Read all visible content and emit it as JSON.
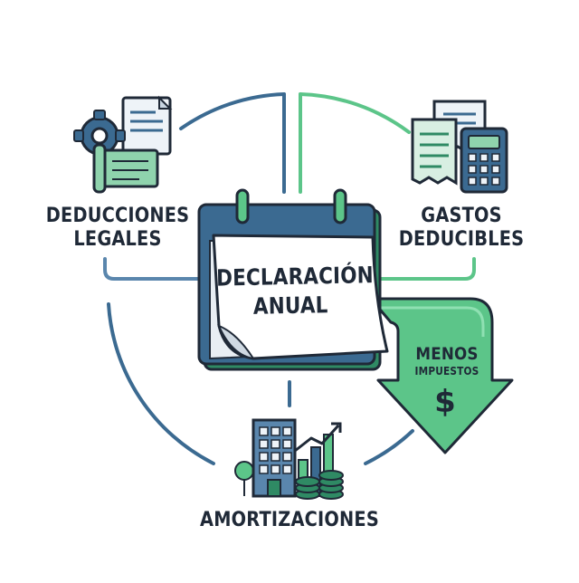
{
  "center": {
    "title_line1": "DECLARACIÓN",
    "title_line2": "ANUAL"
  },
  "nodes": {
    "deducciones_line1": "DEDUCCIONES",
    "deducciones_line2": "LEGALES",
    "gastos_line1": "GASTOS",
    "gastos_line2": "DEDUCIBLES",
    "amortizaciones": "AMORTIZACIONES"
  },
  "arrow": {
    "line1": "MENOS",
    "line2": "IMPUESTOS",
    "symbol": "$"
  },
  "icons": {
    "top_left": "gear-documents-icon",
    "top_right": "receipts-calculator-icon",
    "bottom": "building-coins-chart-icon",
    "center": "calendar-icon"
  },
  "colors": {
    "blue": "#3b6a91",
    "blue_light": "#5a86ad",
    "green": "#5cc589",
    "green_dark": "#2f8a64",
    "ink": "#1f2937"
  }
}
